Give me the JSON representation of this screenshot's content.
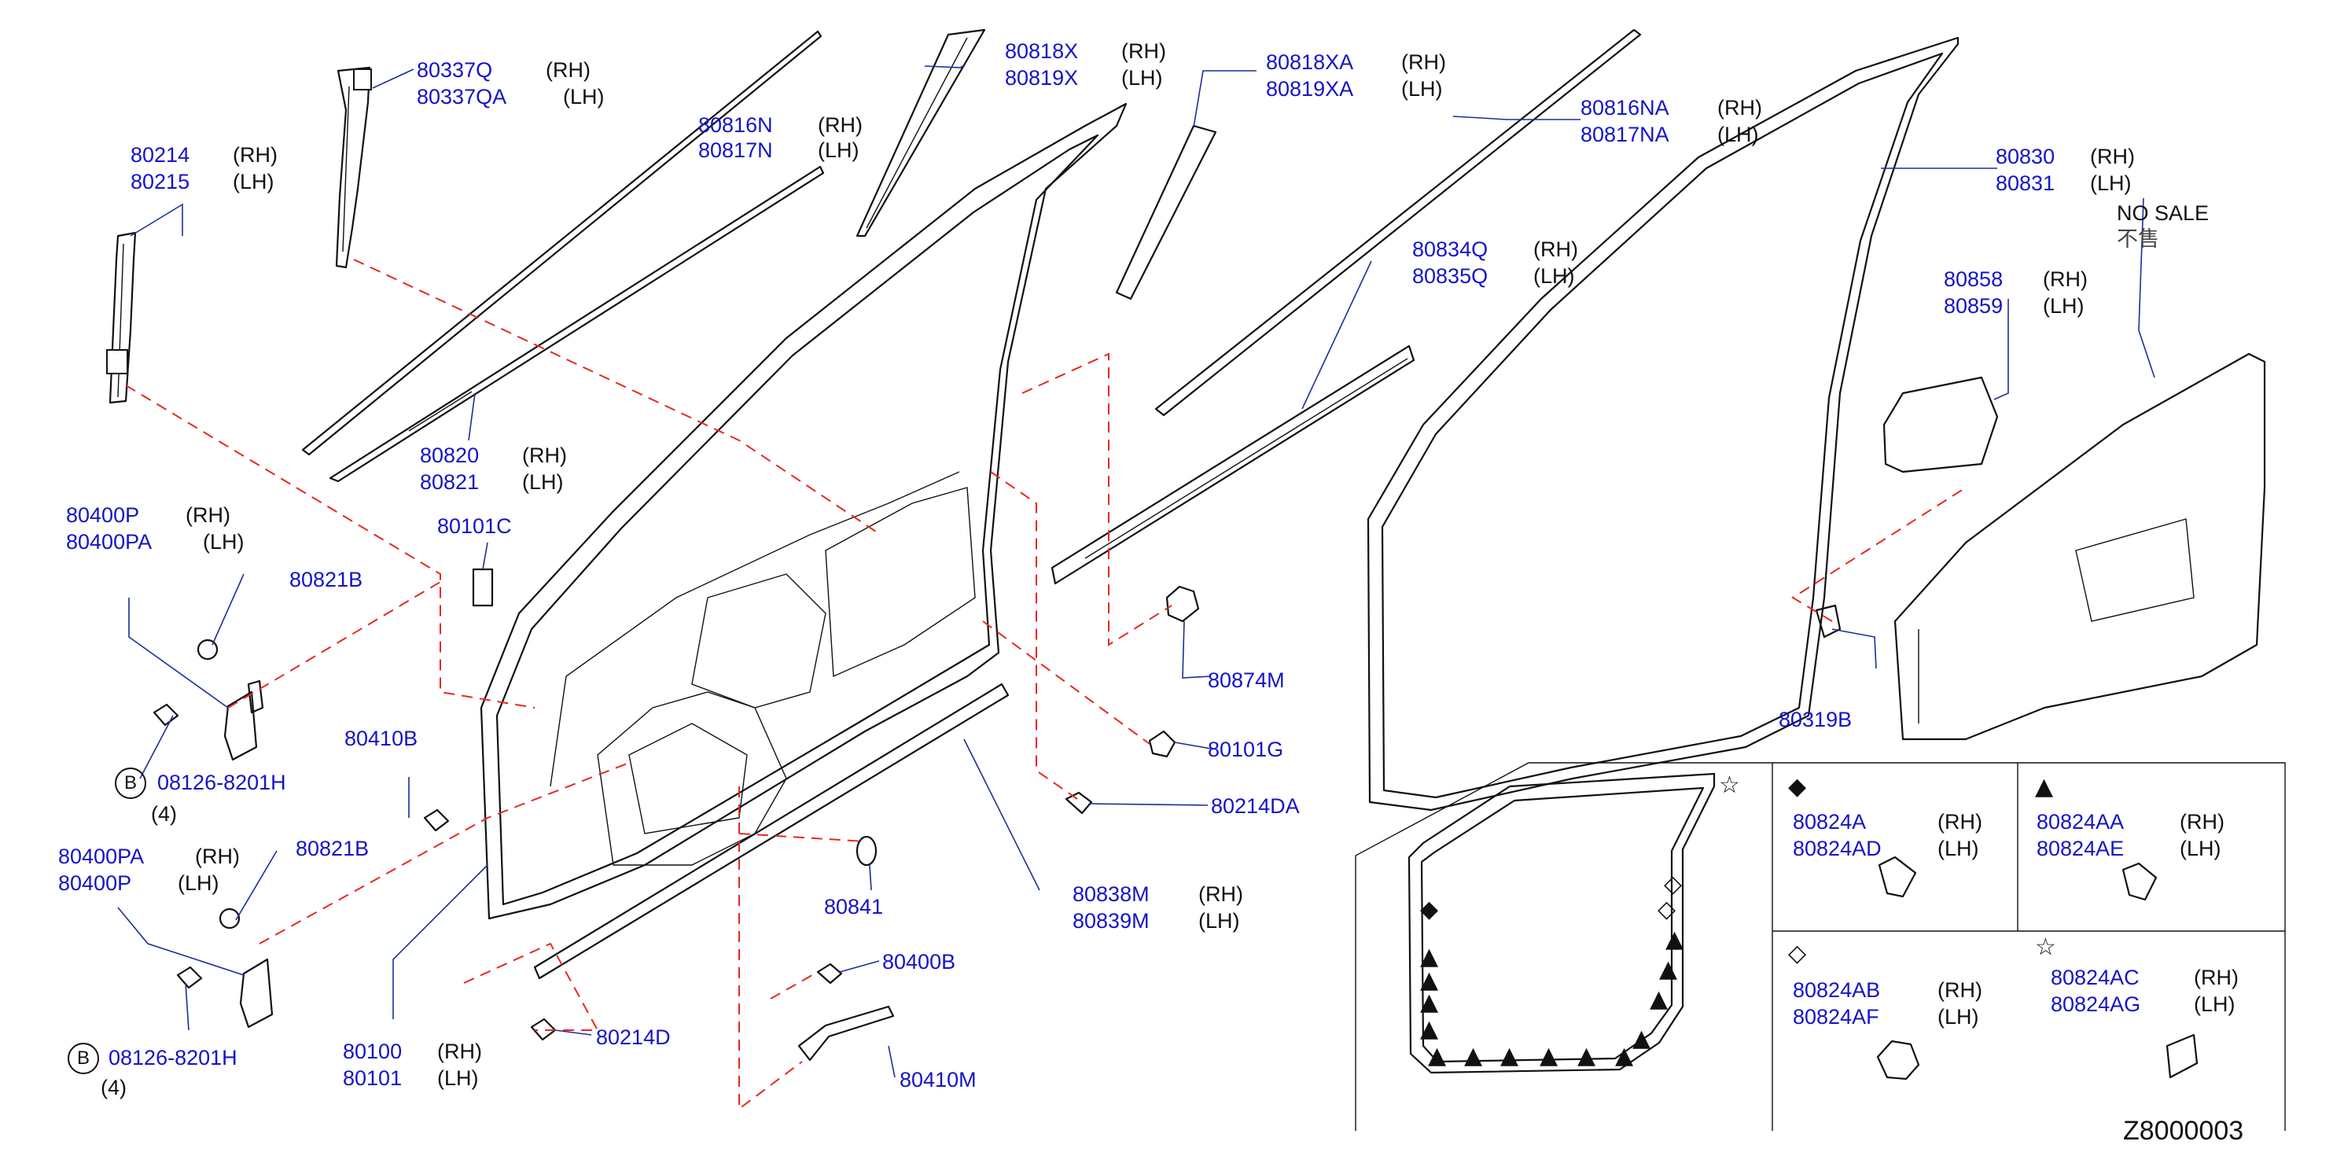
{
  "diagram_code": "Z8000003",
  "no_sale": {
    "en": "NO SALE",
    "jp": "不售"
  },
  "side": {
    "rh": "(RH)",
    "lh": "(LH)"
  },
  "parts": {
    "p80337Q": "80337Q",
    "p80337QA": "80337QA",
    "p80214": "80214",
    "p80215": "80215",
    "p80816N": "80816N",
    "p80817N": "80817N",
    "p80818X": "80818X",
    "p80819X": "80819X",
    "p80818XA": "80818XA",
    "p80819XA": "80819XA",
    "p80816NA": "80816NA",
    "p80817NA": "80817NA",
    "p80830": "80830",
    "p80831": "80831",
    "p80834Q": "80834Q",
    "p80835Q": "80835Q",
    "p80858": "80858",
    "p80859": "80859",
    "p80820": "80820",
    "p80821": "80821",
    "p80101C": "80101C",
    "p80400P_a": "80400P",
    "p80400PA_a": "80400PA",
    "p80821B_a": "80821B",
    "p08126_a": "08126-8201H",
    "qty_a": "(4)",
    "p80410B": "80410B",
    "p80874M": "80874M",
    "p80319B": "80319B",
    "p80101G": "80101G",
    "p80214DA": "80214DA",
    "p80400PA_b": "80400PA",
    "p80400P_b": "80400P",
    "p80821B_b": "80821B",
    "p80841": "80841",
    "p80838M": "80838M",
    "p80839M": "80839M",
    "p80400B": "80400B",
    "p08126_b": "08126-8201H",
    "qty_b": "(4)",
    "p80214D": "80214D",
    "p80410M": "80410M",
    "p80100": "80100",
    "p80101": "80101",
    "p80824A": "80824A",
    "p80824AD": "80824AD",
    "p80824AA": "80824AA",
    "p80824AE": "80824AE",
    "p80824AB": "80824AB",
    "p80824AF": "80824AF",
    "p80824AC": "80824AC",
    "p80824AG": "80824AG"
  },
  "callout": {
    "b": "B"
  },
  "symbols": {
    "diamond": "◆",
    "triangle": "▲",
    "diamond_open": "◇",
    "star_open": "☆"
  },
  "colors": {
    "part_number": "#1414c8",
    "line": "#111111",
    "dash": "#e8281e",
    "leader": "#1414c8"
  }
}
